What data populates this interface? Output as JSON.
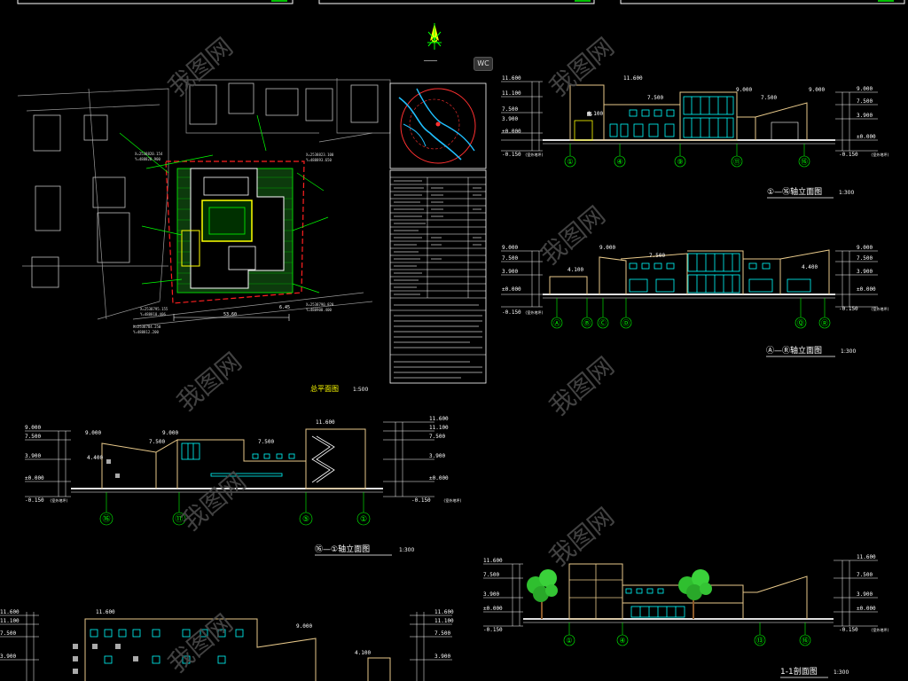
{
  "colors": {
    "background": "#000000",
    "line_white": "#ffffff",
    "line_yellow": "#ffff00",
    "line_green": "#00ff00",
    "line_cyan": "#00ffff",
    "line_red": "#ff0000",
    "line_grey": "#a0a0a0",
    "line_tan": "#e8c98a",
    "watermark": "#4a4a4a"
  },
  "icons": {
    "north_arrow": "north-arrow-icon",
    "tree": "tree-icon"
  },
  "site_plan": {
    "title": "总平面图",
    "scale": "1:500",
    "legend_rows": [
      "",
      "",
      "",
      "",
      "",
      "",
      "",
      "",
      "",
      "",
      ""
    ],
    "dims": [
      "53.60",
      "6.45"
    ]
  },
  "elev_1_16": {
    "title": "①—⑯轴立面图",
    "scale": "1:300",
    "levels_left": [
      "11.600",
      "11.100",
      "7.500",
      "3.900",
      "±0.000",
      "-0.150"
    ],
    "levels_right": [
      "9.000",
      "7.500",
      "3.900",
      "±0.000",
      "-0.150"
    ],
    "top_marks": [
      "11.600",
      "9.000",
      "9.000",
      "7.500",
      "7.500",
      "4.100"
    ],
    "axes": [
      "①",
      "④",
      "⑨",
      "⑪",
      "⑯"
    ],
    "ground_note": "(室外地坪)"
  },
  "elev_A_R": {
    "title": "Ⓐ—Ⓡ轴立面图",
    "scale": "1:300",
    "levels_left": [
      "9.000",
      "7.500",
      "3.900",
      "±0.000",
      "-0.150"
    ],
    "levels_right": [
      "9.000",
      "7.500",
      "3.900",
      "±0.000",
      "-0.150"
    ],
    "top_marks": [
      "9.000",
      "7.500",
      "4.100",
      "4.400"
    ],
    "axes": [
      "Ⓐ",
      "Ⓑ",
      "Ⓒ",
      "Ⓓ",
      "Ⓠ",
      "Ⓡ"
    ],
    "ground_note": "(室外地坪)"
  },
  "elev_16_1": {
    "title": "⑯—①轴立面图",
    "scale": "1:300",
    "levels_left": [
      "9.000",
      "7.500",
      "3.900",
      "±0.000",
      "-0.150"
    ],
    "levels_right": [
      "11.600",
      "11.100",
      "7.500",
      "3.900",
      "±0.000",
      "-0.150"
    ],
    "top_marks": [
      "9.000",
      "9.000",
      "7.500",
      "7.500",
      "4.400",
      "11.600"
    ],
    "axes": [
      "⑯",
      "⑪",
      "⑤",
      "①"
    ],
    "ground_note": "(室外地坪)"
  },
  "section_1_1": {
    "title": "1-1剖面图",
    "scale": "1:300",
    "levels_left": [
      "11.600",
      "7.500",
      "3.900",
      "±0.000",
      "-0.150"
    ],
    "levels_right": [
      "11.600",
      "7.500",
      "3.900",
      "±0.000",
      "-0.150"
    ],
    "axes": [
      "①",
      "④",
      "⑬",
      "⑯"
    ],
    "ground_note": "(室外地坪)"
  },
  "bottom_elev": {
    "levels_left": [
      "11.600",
      "11.100",
      "7.500",
      "3.900"
    ],
    "levels_right": [
      "11.600",
      "11.100",
      "7.500",
      "3.900"
    ],
    "top_marks": [
      "11.600",
      "9.000",
      "4.100"
    ]
  },
  "watermark_text": "我图网",
  "side_tab": "WC"
}
